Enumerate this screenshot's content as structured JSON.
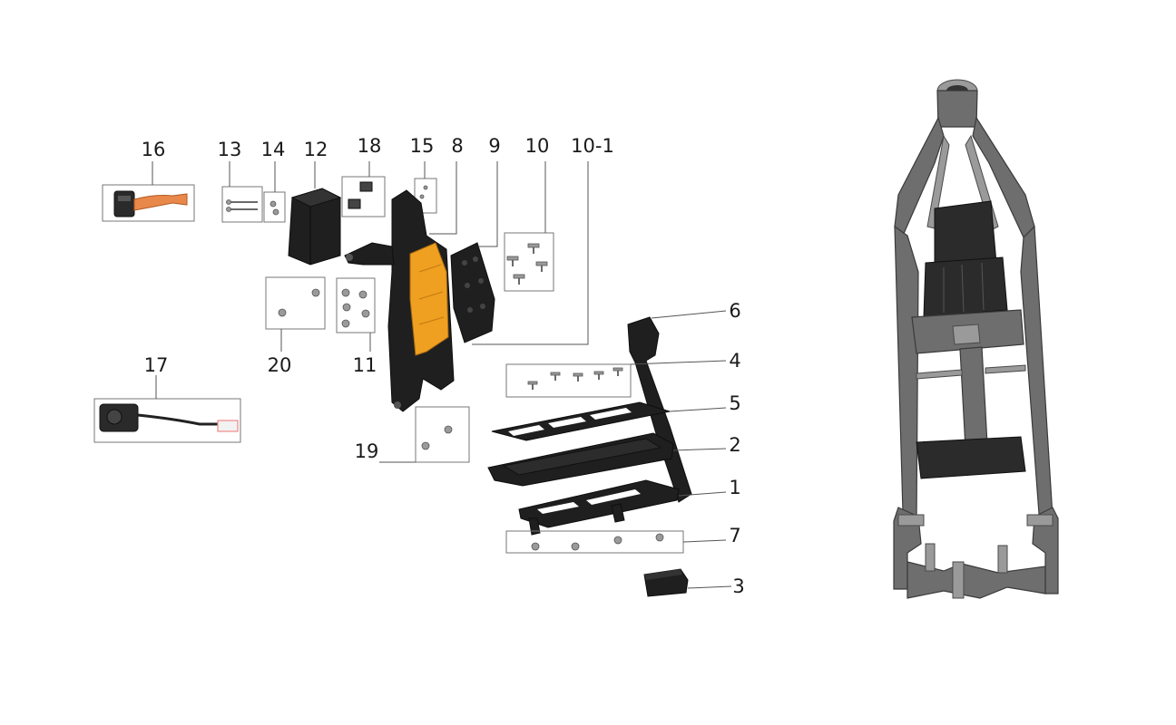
{
  "callouts": {
    "c16": "16",
    "c13": "13",
    "c14": "14",
    "c12": "12",
    "c18": "18",
    "c15": "15",
    "c8": "8",
    "c9": "9",
    "c10": "10",
    "c10_1": "10-1",
    "c6": "6",
    "c4": "4",
    "c5": "5",
    "c2": "2",
    "c1": "1",
    "c7": "7",
    "c3": "3",
    "c17": "17",
    "c20": "20",
    "c11": "11",
    "c19": "19"
  },
  "colors": {
    "accent_plate": "#f0a020",
    "connector_wire": "#e8884a",
    "frame_gray": "#6e6e6e",
    "part_black": "#1f1f1f"
  }
}
